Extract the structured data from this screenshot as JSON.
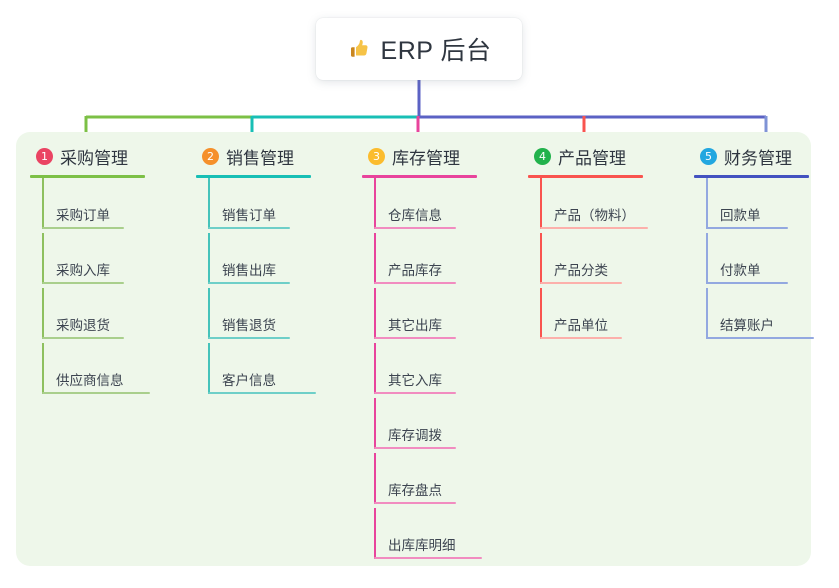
{
  "page": {
    "background": "#ffffff",
    "panel_background": "#eef7ea"
  },
  "root": {
    "icon": "thumbs-up-icon",
    "title": "ERP 后台",
    "trunk_color": "#5b62c4"
  },
  "trunk": {
    "segments": [
      {
        "name": "trunk-segment-green",
        "color": "#7cc046"
      },
      {
        "name": "trunk-segment-teal",
        "color": "#18bfb5"
      },
      {
        "name": "trunk-segment-indigo",
        "color": "#5b62c4"
      }
    ]
  },
  "columns": [
    {
      "index": "1",
      "title": "采购管理",
      "badge_color": "#ea4463",
      "rule_color": "#7cc046",
      "stem_color": "#7cc046",
      "leaf_color": "#a9cf8c",
      "spine_color": "#8ec05f",
      "items": [
        {
          "label": "采购订单"
        },
        {
          "label": "采购入库"
        },
        {
          "label": "采购退货"
        },
        {
          "label": "供应商信息",
          "wide": true
        }
      ]
    },
    {
      "index": "2",
      "title": "销售管理",
      "badge_color": "#f5902b",
      "rule_color": "#18bfb5",
      "stem_color": "#18bfb5",
      "leaf_color": "#6ecfc8",
      "spine_color": "#45c3ba",
      "items": [
        {
          "label": "销售订单"
        },
        {
          "label": "销售出库"
        },
        {
          "label": "销售退货"
        },
        {
          "label": "客户信息",
          "wide": true
        }
      ]
    },
    {
      "index": "3",
      "title": "库存管理",
      "badge_color": "#fbbc2e",
      "rule_color": "#e8449c",
      "stem_color": "#e8449c",
      "leaf_color": "#f18cc0",
      "spine_color": "#e8449c",
      "items": [
        {
          "label": "仓库信息"
        },
        {
          "label": "产品库存"
        },
        {
          "label": "其它出库"
        },
        {
          "label": "其它入库"
        },
        {
          "label": "库存调拨"
        },
        {
          "label": "库存盘点"
        },
        {
          "label": "出库库明细",
          "wide": true
        }
      ]
    },
    {
      "index": "4",
      "title": "产品管理",
      "badge_color": "#22b24c",
      "rule_color": "#f9544f",
      "stem_color": "#f9544f",
      "leaf_color": "#fcb0ab",
      "spine_color": "#f9544f",
      "items": [
        {
          "label": "产品（物料）",
          "wide": true
        },
        {
          "label": "产品分类"
        },
        {
          "label": "产品单位"
        }
      ]
    },
    {
      "index": "5",
      "title": "财务管理",
      "badge_color": "#22a7e0",
      "rule_color": "#4352c0",
      "stem_color": "#7f93d6",
      "leaf_color": "#93a8e0",
      "spine_color": "#93a8e0",
      "items": [
        {
          "label": "回款单"
        },
        {
          "label": "付款单"
        },
        {
          "label": "结算账户",
          "wide": true
        }
      ]
    }
  ]
}
